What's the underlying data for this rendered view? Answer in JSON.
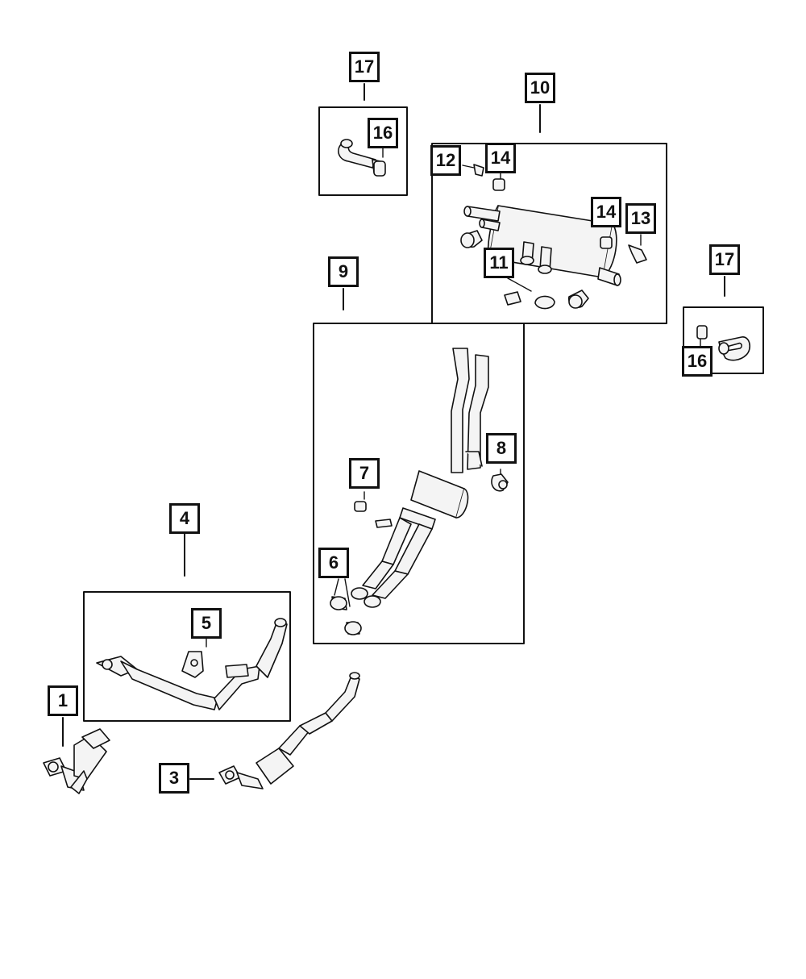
{
  "callouts": [
    {
      "id": "c1",
      "label": "1"
    },
    {
      "id": "c3",
      "label": "3"
    },
    {
      "id": "c4",
      "label": "4"
    },
    {
      "id": "c5",
      "label": "5"
    },
    {
      "id": "c6",
      "label": "6"
    },
    {
      "id": "c7",
      "label": "7"
    },
    {
      "id": "c8",
      "label": "8"
    },
    {
      "id": "c9",
      "label": "9"
    },
    {
      "id": "c10",
      "label": "10"
    },
    {
      "id": "c11",
      "label": "11"
    },
    {
      "id": "c12",
      "label": "12"
    },
    {
      "id": "c13",
      "label": "13"
    },
    {
      "id": "c14a",
      "label": "14"
    },
    {
      "id": "c14b",
      "label": "14"
    },
    {
      "id": "c16a",
      "label": "16"
    },
    {
      "id": "c16b",
      "label": "16"
    },
    {
      "id": "c17a",
      "label": "17"
    },
    {
      "id": "c17b",
      "label": "17"
    }
  ],
  "colors": {
    "line": "#111111",
    "part_fill": "#f4f4f4",
    "background": "#ffffff"
  }
}
